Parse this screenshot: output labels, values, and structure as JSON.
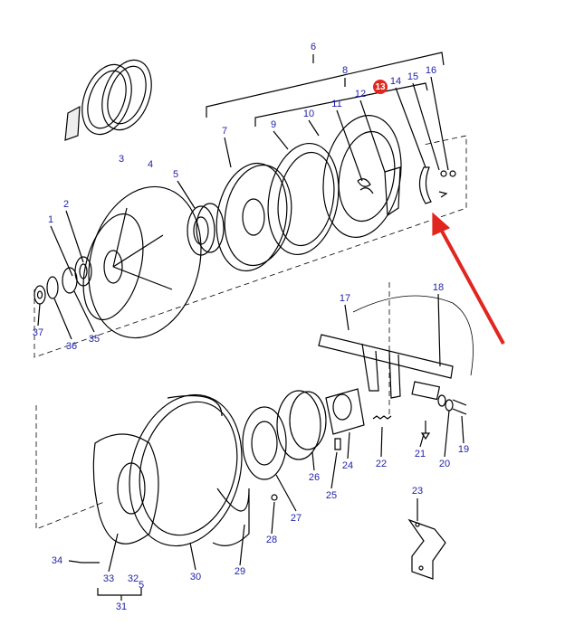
{
  "diagram": {
    "highlighted_part": "13",
    "highlight_color": "#e0261f",
    "label_color": "#2222aa",
    "labels": [
      "6",
      "8",
      "16",
      "15",
      "14",
      "12",
      "11",
      "10",
      "9",
      "7",
      "4",
      "3",
      "5",
      "2",
      "1",
      "37",
      "36",
      "35",
      "17",
      "18",
      "21",
      "19",
      "20",
      "22",
      "24",
      "26",
      "25",
      "27",
      "23",
      "28",
      "29",
      "30",
      "34",
      "33",
      "32",
      "5",
      "31"
    ]
  }
}
